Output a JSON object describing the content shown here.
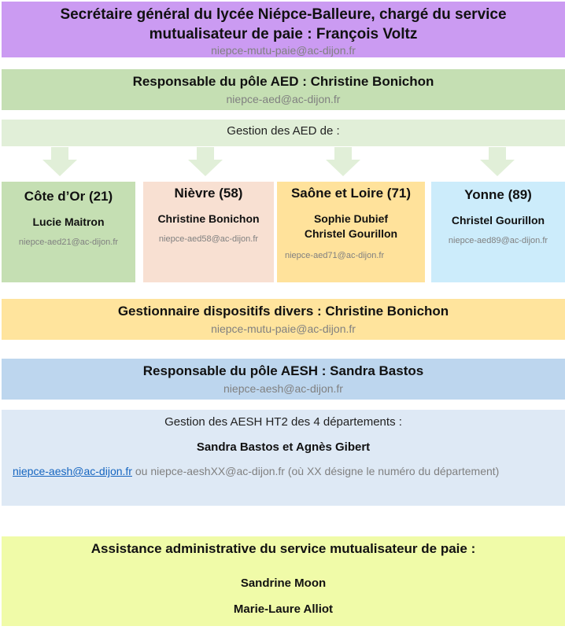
{
  "header": {
    "title_line1": "Secrétaire général du lycée Niépce-Balleure, chargé du service",
    "title_line2": "mutualisateur de paie : François Voltz",
    "email": "niepce-mutu-paie@ac-dijon.fr"
  },
  "pole_aed": {
    "title": "Responsable du pôle AED : Christine Bonichon",
    "email": "niepce-aed@ac-dijon.fr"
  },
  "gestion_aed": {
    "text": "Gestion des AED de :"
  },
  "departments": [
    {
      "title": "Côte d’Or (21)",
      "names": [
        "Lucie Maitron"
      ],
      "email": "niepce-aed21@ac-dijon.fr",
      "color": "#c5dfb3"
    },
    {
      "title": "Nièvre (58)",
      "names": [
        "Christine Bonichon"
      ],
      "email": "niepce-aed58@ac-dijon.fr",
      "color": "#f8e0d2"
    },
    {
      "title": "Saône et Loire (71)",
      "names": [
        "Sophie Dubief",
        "Christel Gourillon"
      ],
      "email": "niepce-aed71@ac-dijon.fr",
      "color": "#ffe29b"
    },
    {
      "title": "Yonne (89)",
      "names": [
        "Christel Gourillon"
      ],
      "email": "niepce-aed89@ac-dijon.fr",
      "color": "#ccecfb"
    }
  ],
  "divers": {
    "title": "Gestionnaire dispositifs divers : Christine Bonichon",
    "email": "niepce-mutu-paie@ac-dijon.fr"
  },
  "pole_aesh": {
    "title": "Responsable du pôle AESH : Sandra Bastos",
    "email": "niepce-aesh@ac-dijon.fr"
  },
  "gestion_aesh": {
    "text": "Gestion des AESH HT2 des 4 départements :",
    "names": "Sandra Bastos et Agnès Gibert",
    "link": "niepce-aesh@ac-dijon.fr",
    "note": " ou niepce-aeshXX@ac-dijon.fr (où XX désigne le numéro du département)"
  },
  "assistance": {
    "title": "Assistance administrative du service mutualisateur de paie :",
    "names": [
      "Sandrine Moon",
      "Marie-Laure Alliot"
    ]
  },
  "colors": {
    "header": "#cb9bf2",
    "pole_aed": "#c5dfb3",
    "gestion_aed": "#e1efd8",
    "divers": "#ffe49d",
    "pole_aesh": "#bdd6ee",
    "gestion_aesh": "#dee9f5",
    "assistance": "#f0fba8",
    "link": "#1565c0"
  }
}
